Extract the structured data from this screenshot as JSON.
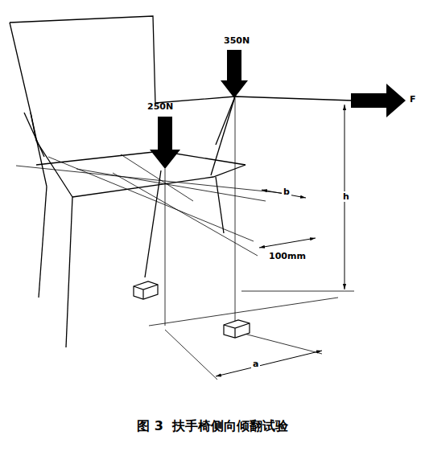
{
  "diagram": {
    "caption": "图 3  扶手椅侧向倾翻试验",
    "labels": [
      "350N",
      "250N",
      "F",
      "b",
      "h",
      "100mm",
      "a"
    ]
  }
}
